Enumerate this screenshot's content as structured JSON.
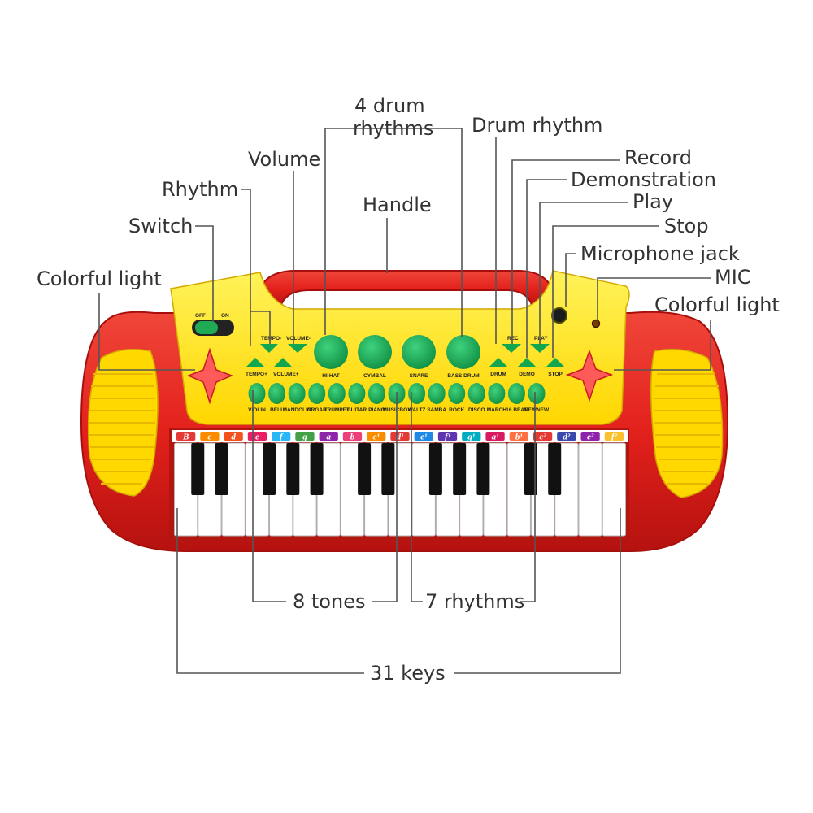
{
  "callouts": {
    "drum_rhythms_line1": "4 drum",
    "drum_rhythms_line2": "rhythms",
    "drum_rhythm": "Drum rhythm",
    "volume": "Volume",
    "record": "Record",
    "rhythm": "Rhythm",
    "demonstration": "Demonstration",
    "handle": "Handle",
    "play": "Play",
    "switch": "Switch",
    "stop": "Stop",
    "microphone_jack": "Microphone jack",
    "colorful_light_left": "Colorful light",
    "mic": "MIC",
    "colorful_light_right": "Colorful light",
    "eight_tones": "8 tones",
    "seven_rhythms": "7 rhythms",
    "thirty_one_keys": "31 keys"
  },
  "panel": {
    "off": "OFF",
    "on": "ON",
    "tempo_minus": "TEMPO-",
    "volume_minus": "VOLUME-",
    "tempo_plus": "TEMPO+",
    "volume_plus": "VOLUME+",
    "rec": "REC",
    "play": "PLAY",
    "drum": "DRUM",
    "demo": "DEMO",
    "stop": "STOP",
    "drum_pads": [
      "HI-HAT",
      "CYMBAL",
      "SNARE",
      "BASS DRUM"
    ],
    "voice_buttons": [
      "VIOLIN",
      "BELL",
      "MANDOLIN",
      "ORGAN",
      "TRUMPET",
      "GUITAR",
      "PIANO",
      "MUSICBOX",
      "WALTZ",
      "SAMBA",
      "ROCK",
      "DISCO",
      "MARCH",
      "16 BEAT",
      "NEWNEW"
    ]
  },
  "key_strip": [
    {
      "label": "B",
      "color": "#e53935"
    },
    {
      "label": "c",
      "color": "#fb8c00"
    },
    {
      "label": "d",
      "color": "#f4511e"
    },
    {
      "label": "e",
      "color": "#e91e63"
    },
    {
      "label": "f",
      "color": "#29b6f6"
    },
    {
      "label": "g",
      "color": "#43a047"
    },
    {
      "label": "a",
      "color": "#8e24aa"
    },
    {
      "label": "b",
      "color": "#ec407a"
    },
    {
      "label": "c¹",
      "color": "#fb8c00"
    },
    {
      "label": "d¹",
      "color": "#e53935"
    },
    {
      "label": "e¹",
      "color": "#1e88e5"
    },
    {
      "label": "f¹",
      "color": "#5e35b1"
    },
    {
      "label": "g¹",
      "color": "#00acc1"
    },
    {
      "label": "a¹",
      "color": "#d81b60"
    },
    {
      "label": "b¹",
      "color": "#ff7043"
    },
    {
      "label": "c²",
      "color": "#e53935"
    },
    {
      "label": "d²",
      "color": "#3949ab"
    },
    {
      "label": "e²",
      "color": "#8e24aa"
    },
    {
      "label": "f²",
      "color": "#fbc02d"
    }
  ],
  "colors": {
    "body_red": "#e3211c",
    "panel_yellow": "#ffe800",
    "button_green": "#12a64f",
    "text_gray": "#333333"
  }
}
